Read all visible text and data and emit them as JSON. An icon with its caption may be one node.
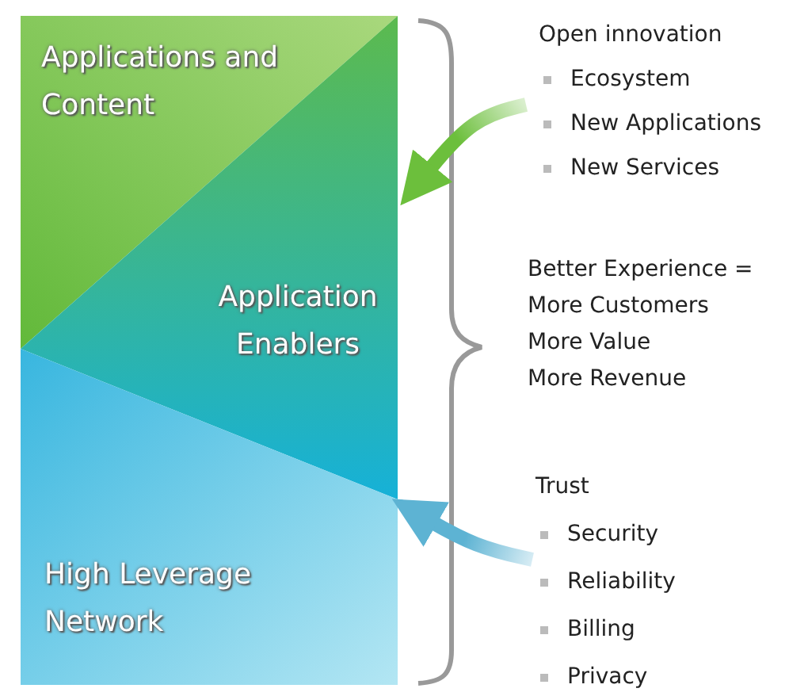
{
  "diagram": {
    "nodes": [
      {
        "text": [
          "Applications and Content"
        ]
      },
      {
        "text": [
          "Application Enablers"
        ]
      },
      {
        "text": [
          "High Leverage Network"
        ]
      },
      {
        "text": [
          "Open innovation",
          "Ecosystem",
          "New Applications",
          "New Services"
        ]
      },
      {
        "text": [
          "Trust",
          "Security",
          "Reliability",
          "Billing",
          "Privacy"
        ]
      }
    ],
    "edges": [
      {
        "from": 3,
        "to": 1,
        "arrow": "to",
        "style": "thick",
        "color": "#6cbf3c"
      },
      {
        "from": 4,
        "to": 2,
        "arrow": "to",
        "style": "thick",
        "color": "#5db3d3"
      }
    ],
    "labels": [
      "Better Experience =",
      "More Customers",
      "More Value",
      "More Revenue"
    ]
  }
}
